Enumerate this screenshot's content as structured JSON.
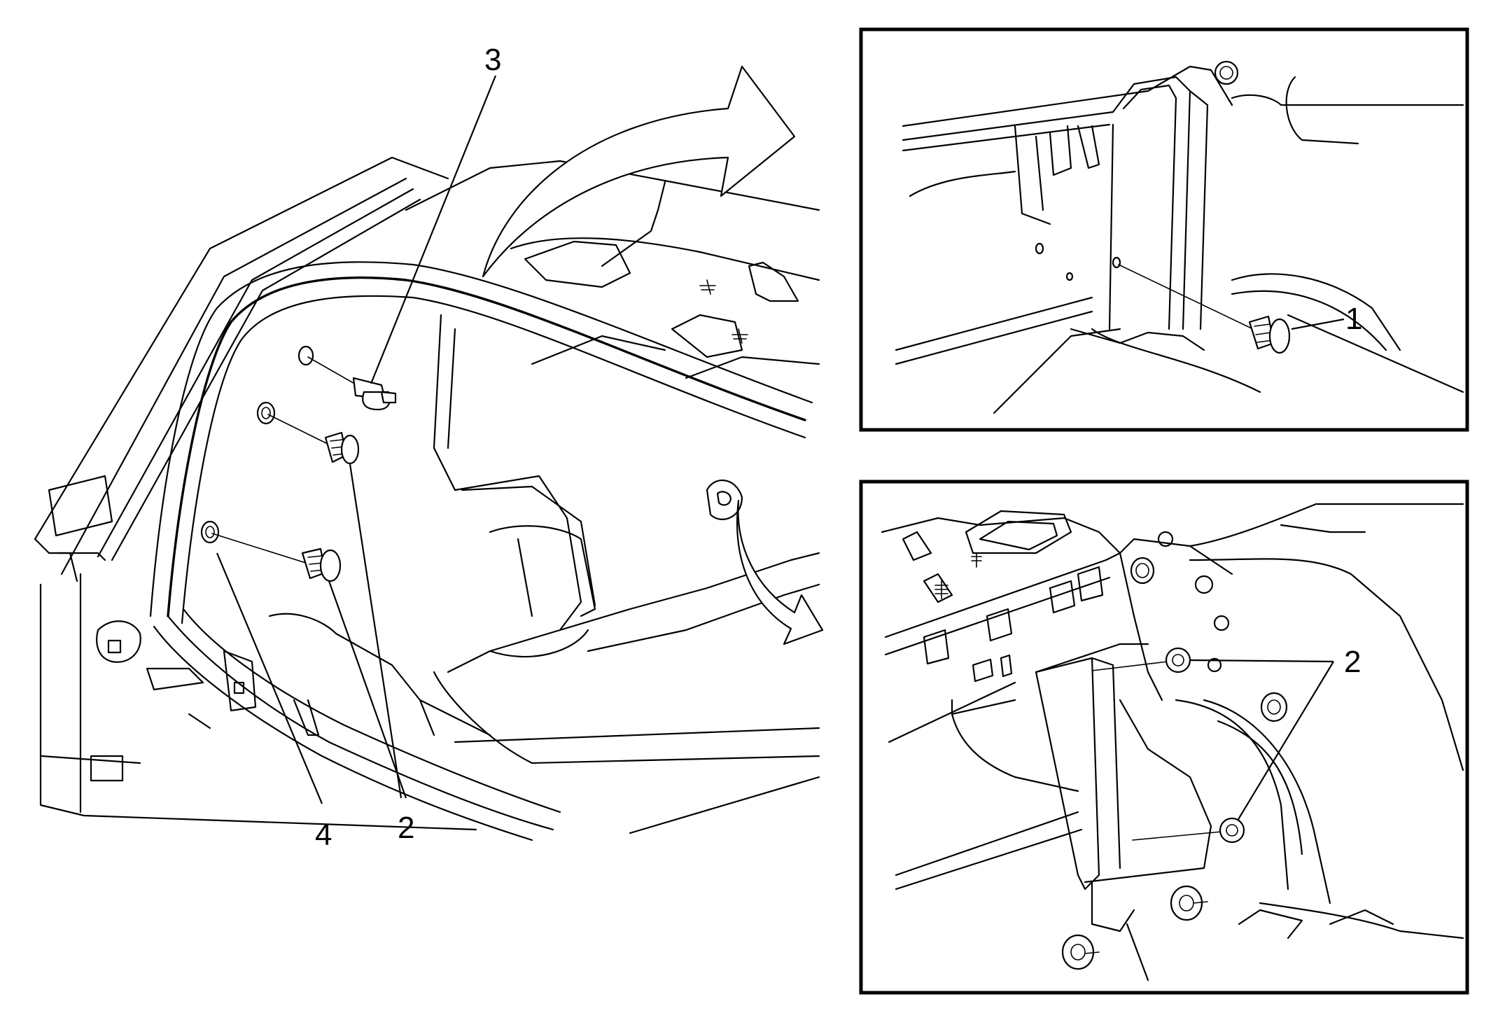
{
  "diagram": {
    "main_view": {
      "callouts": [
        {
          "id": "callout-3",
          "label": "3"
        },
        {
          "id": "callout-4",
          "label": "4"
        },
        {
          "id": "callout-2",
          "label": "2"
        }
      ]
    },
    "detail_upper": {
      "callouts": [
        {
          "id": "callout-1",
          "label": "1"
        }
      ]
    },
    "detail_lower": {
      "callouts": [
        {
          "id": "callout-2",
          "label": "2"
        }
      ]
    }
  }
}
